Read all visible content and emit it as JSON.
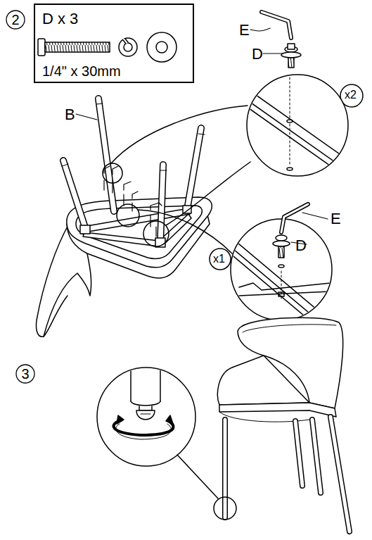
{
  "diagram": {
    "nodes": [
      {
        "text": [
          "2"
        ]
      },
      {
        "text": [
          "D x 3",
          "1/4\" x 30mm"
        ]
      },
      {
        "text": [
          "3"
        ]
      }
    ],
    "labels": [
      "E",
      "D",
      "x2",
      "B",
      "E",
      "D",
      "x1"
    ]
  }
}
